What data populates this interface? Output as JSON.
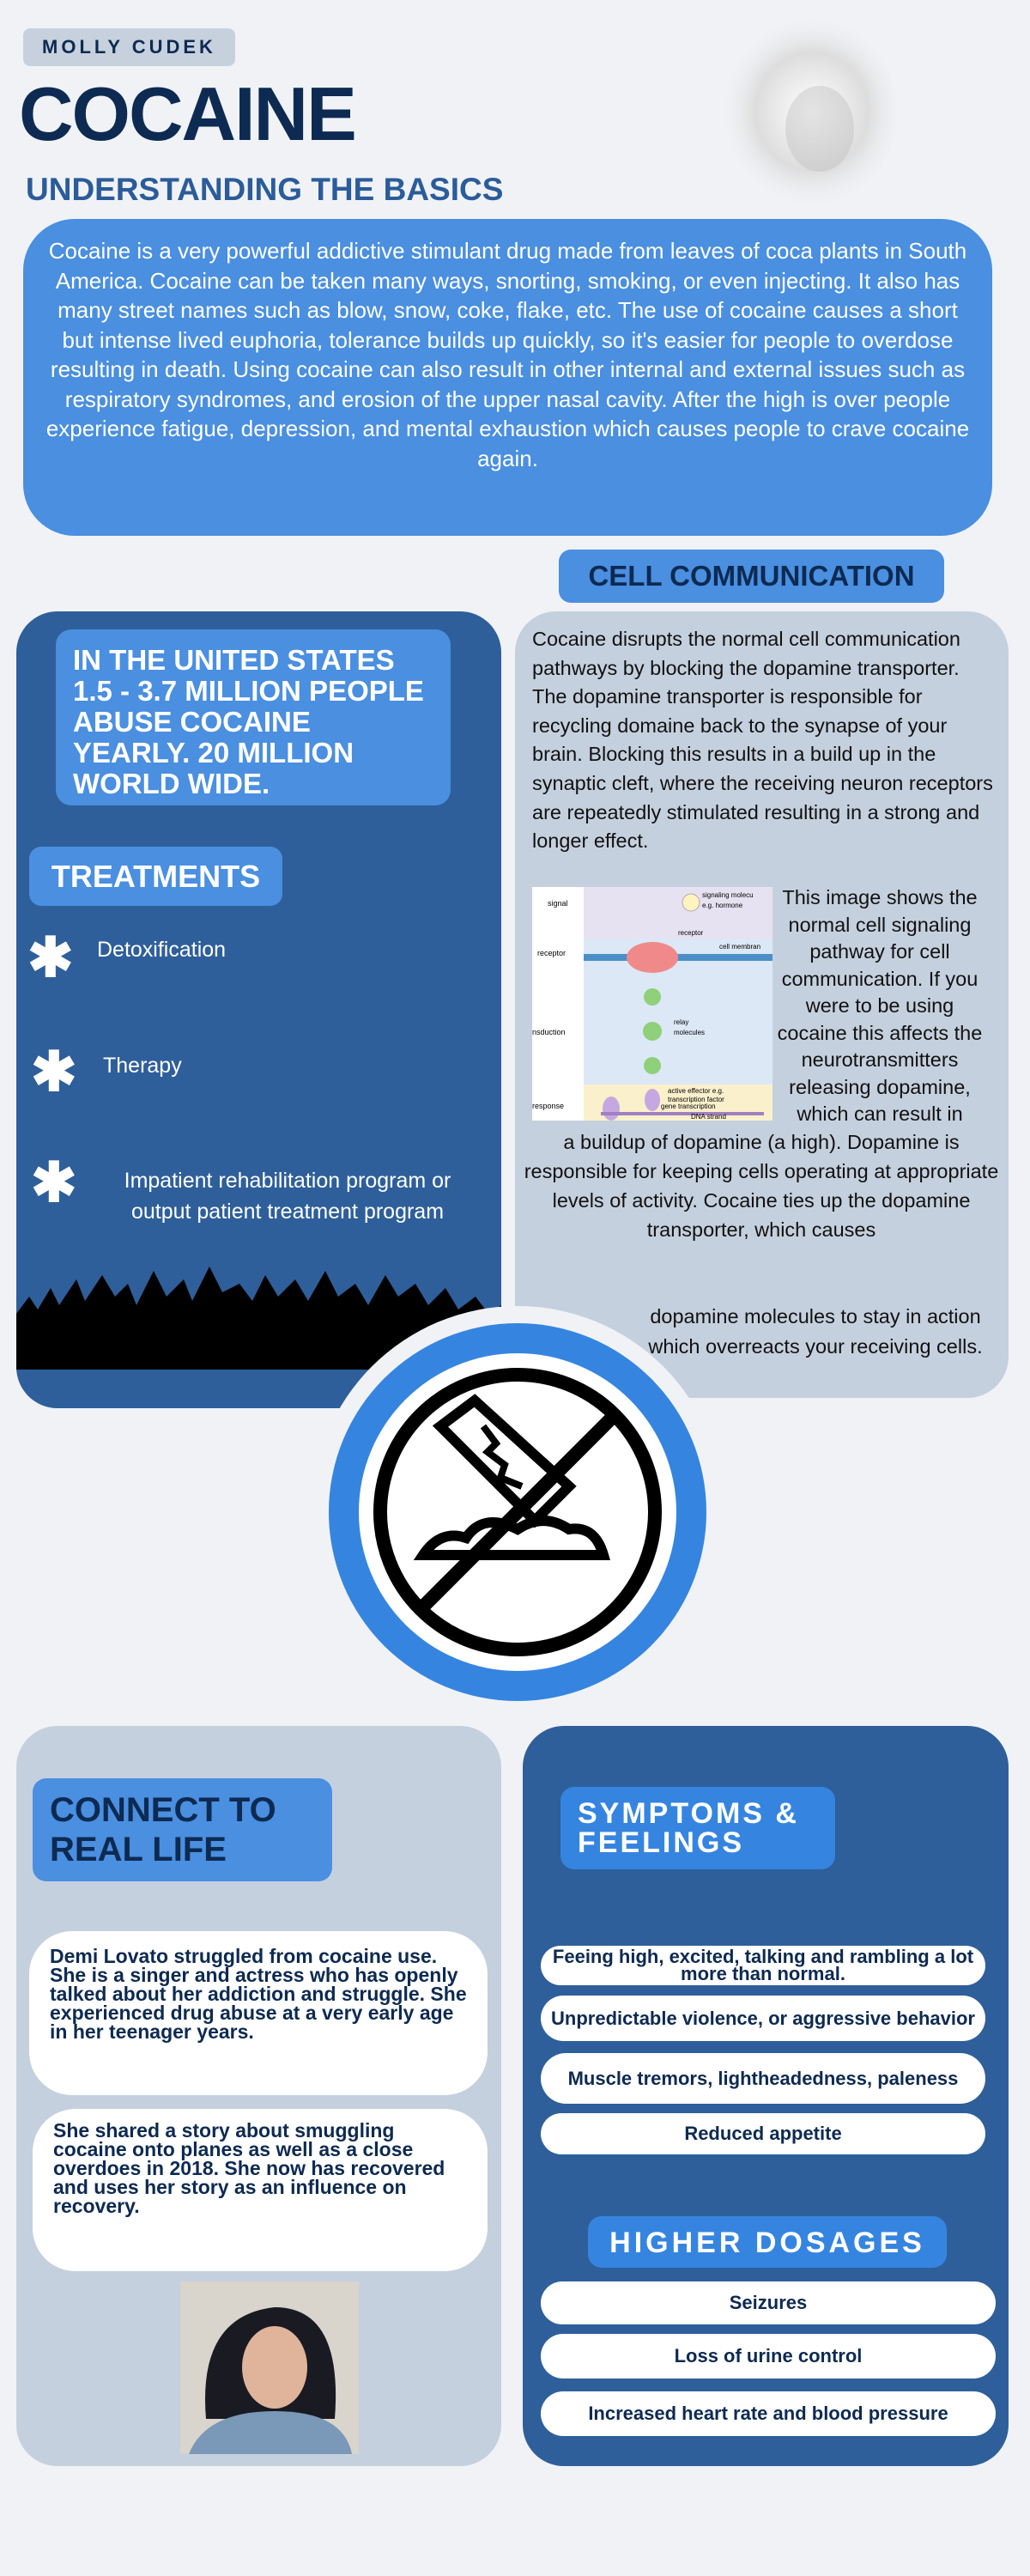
{
  "author": "MOLLY CUDEK",
  "title": "COCAINE",
  "subtitle": "UNDERSTANDING THE BASICS",
  "intro": "Cocaine is a very powerful addictive stimulant drug made from leaves of coca plants in South America. Cocaine can be taken many ways, snorting, smoking, or even injecting. It also has many street names such as blow, snow, coke, flake, etc. The use of cocaine causes a short but intense lived euphoria, tolerance builds up quickly, so it's easier for people to overdose resulting in death. Using cocaine can also result in other internal and external issues such as respiratory syndromes, and erosion of the upper nasal cavity. After the high is over people experience fatigue, depression, and mental exhaustion which causes people to crave cocaine again.",
  "stats": "IN THE UNITED STATES 1.5 - 3.7 MILLION PEOPLE ABUSE COCAINE YEARLY. 20 MILLION WORLD WIDE.",
  "treatments": {
    "heading": "TREATMENTS",
    "items": [
      "Detoxification",
      "Therapy",
      "Impatient rehabilitation program or output patient treatment program"
    ]
  },
  "cell": {
    "heading": "CELL COMMUNICATION",
    "p1": "Cocaine disrupts the normal cell communication pathways by blocking the dopamine transporter. The dopamine transporter is responsible for recycling domaine back to the synapse of your brain. Blocking this results in a build up in the synaptic cleft, where the receiving neuron receptors are repeatedly stimulated resulting in a strong and longer effect.",
    "p2": "This image shows the normal cell signaling pathway for cell communication. If you were to be using cocaine this affects the neurotransmitters releasing dopamine, which can result in",
    "p3": "a buildup of dopamine (a high). Dopamine is responsible for keeping cells operating at appropriate levels of activity. Cocaine ties up the dopamine transporter, which causes",
    "p4": "dopamine molecules to stay in action which overreacts your receiving cells.",
    "diagram": {
      "signal": "signal",
      "receptor": "receptor",
      "transduction": "nsduction",
      "response": "response",
      "molecule": "signaling molecu",
      "hormone": "e.g. hormone",
      "receptor_label": "receptor",
      "membrane": "cell membran",
      "relay": "relay",
      "molecules": "molecules",
      "effector": "active effector e.g.",
      "factor": "transcription factor",
      "gene": "gene transcription",
      "dna": "DNA strand"
    }
  },
  "connect": {
    "heading_1": "CONNECT TO",
    "heading_2": "REAL LIFE",
    "b1": "Demi Lovato struggled from cocaine use. She is a singer and actress who has openly talked about her addiction and struggle. She experienced drug abuse at a very early age in her teenager years.",
    "b2": "She shared a story about smuggling cocaine onto planes as well as a close overdoes in 2018. She now has recovered and uses her story as an influence on recovery."
  },
  "symptoms": {
    "heading_1": "SYMPTOMS &",
    "heading_2": "FEELINGS",
    "items": [
      "Feeing high, excited, talking and rambling a lot more than normal.",
      "Unpredictable violence, or aggressive behavior",
      "Muscle tremors, lightheadedness, paleness",
      "Reduced appetite"
    ]
  },
  "higher": {
    "heading": "HIGHER DOSAGES",
    "items": [
      "Seizures",
      "Loss of urine control",
      "Increased heart rate and blood pressure"
    ]
  },
  "colors": {
    "navy": "#0d2a52",
    "blue": "#4a8fe0",
    "dark_panel": "#2e5f9a",
    "light_panel": "#c5d0de"
  }
}
